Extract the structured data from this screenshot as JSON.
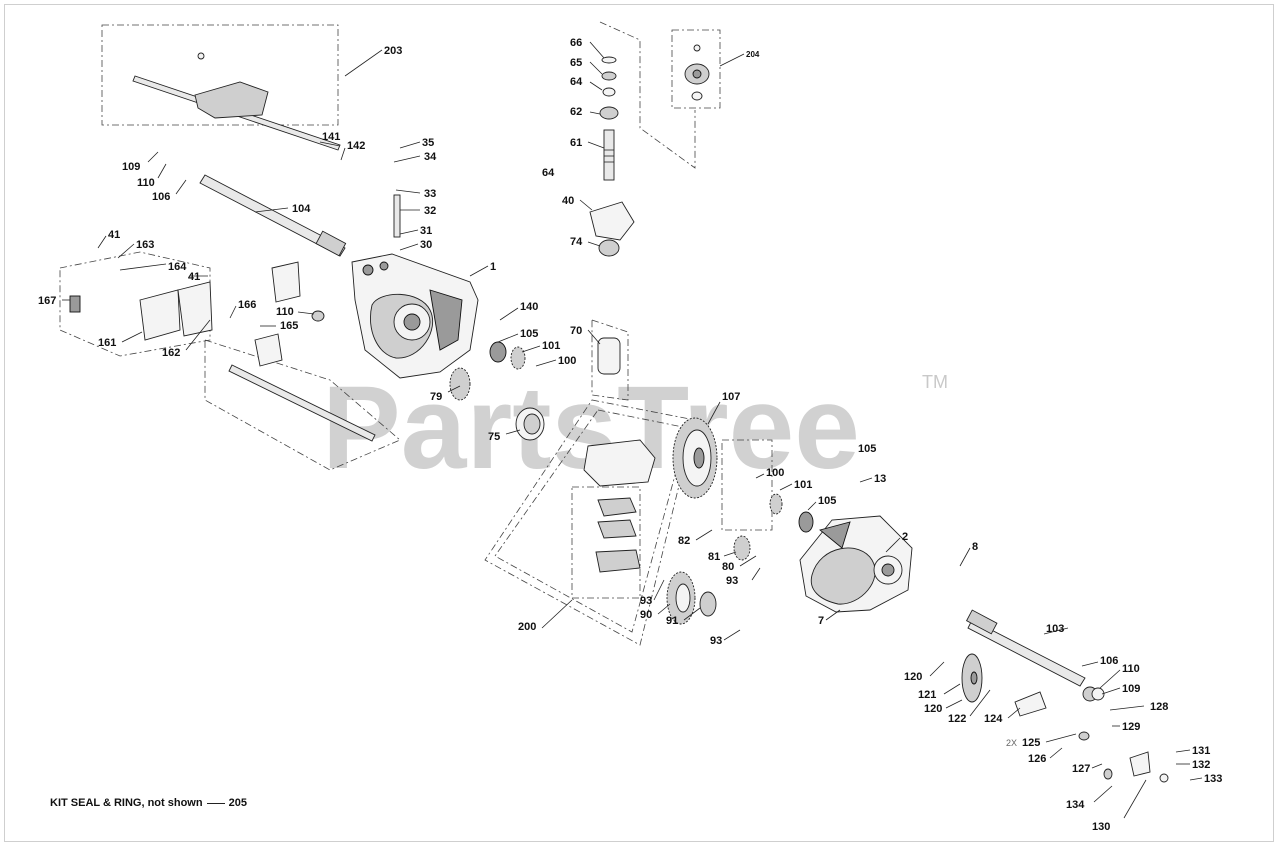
{
  "watermark": {
    "text": "PartsTree",
    "tm": "TM"
  },
  "note": {
    "text": "KIT SEAL & RING, not shown",
    "number": "205"
  },
  "callouts": [
    {
      "id": "203",
      "text": "203"
    },
    {
      "id": "141",
      "text": "141"
    },
    {
      "id": "142",
      "text": "142"
    },
    {
      "id": "109a",
      "text": "109"
    },
    {
      "id": "110a",
      "text": "110"
    },
    {
      "id": "106a",
      "text": "106"
    },
    {
      "id": "104",
      "text": "104"
    },
    {
      "id": "35",
      "text": "35"
    },
    {
      "id": "34",
      "text": "34"
    },
    {
      "id": "33",
      "text": "33"
    },
    {
      "id": "32",
      "text": "32"
    },
    {
      "id": "31",
      "text": "31"
    },
    {
      "id": "30",
      "text": "30"
    },
    {
      "id": "41a",
      "text": "41"
    },
    {
      "id": "163",
      "text": "163"
    },
    {
      "id": "164",
      "text": "164"
    },
    {
      "id": "41b",
      "text": "41"
    },
    {
      "id": "167",
      "text": "167"
    },
    {
      "id": "166",
      "text": "166"
    },
    {
      "id": "110b",
      "text": "110"
    },
    {
      "id": "165",
      "text": "165"
    },
    {
      "id": "161",
      "text": "161"
    },
    {
      "id": "162",
      "text": "162"
    },
    {
      "id": "1",
      "text": "1"
    },
    {
      "id": "140",
      "text": "140"
    },
    {
      "id": "105a",
      "text": "105"
    },
    {
      "id": "101a",
      "text": "101"
    },
    {
      "id": "100a",
      "text": "100"
    },
    {
      "id": "79",
      "text": "79"
    },
    {
      "id": "75",
      "text": "75"
    },
    {
      "id": "66",
      "text": "66"
    },
    {
      "id": "65",
      "text": "65"
    },
    {
      "id": "64a",
      "text": "64"
    },
    {
      "id": "62",
      "text": "62"
    },
    {
      "id": "61",
      "text": "61"
    },
    {
      "id": "64b",
      "text": "64"
    },
    {
      "id": "40",
      "text": "40"
    },
    {
      "id": "74",
      "text": "74"
    },
    {
      "id": "70",
      "text": "70"
    },
    {
      "id": "204",
      "text": "204"
    },
    {
      "id": "107",
      "text": "107"
    },
    {
      "id": "105b",
      "text": "105"
    },
    {
      "id": "13",
      "text": "13"
    },
    {
      "id": "100b",
      "text": "100"
    },
    {
      "id": "101b",
      "text": "101"
    },
    {
      "id": "105c",
      "text": "105"
    },
    {
      "id": "2",
      "text": "2"
    },
    {
      "id": "8",
      "text": "8"
    },
    {
      "id": "82",
      "text": "82"
    },
    {
      "id": "81",
      "text": "81"
    },
    {
      "id": "80",
      "text": "80"
    },
    {
      "id": "93a",
      "text": "93"
    },
    {
      "id": "93b",
      "text": "93"
    },
    {
      "id": "90",
      "text": "90"
    },
    {
      "id": "91",
      "text": "91"
    },
    {
      "id": "93c",
      "text": "93"
    },
    {
      "id": "200",
      "text": "200"
    },
    {
      "id": "7",
      "text": "7"
    },
    {
      "id": "103",
      "text": "103"
    },
    {
      "id": "106b",
      "text": "106"
    },
    {
      "id": "110c",
      "text": "110"
    },
    {
      "id": "109b",
      "text": "109"
    },
    {
      "id": "120a",
      "text": "120"
    },
    {
      "id": "121",
      "text": "121"
    },
    {
      "id": "120b",
      "text": "120"
    },
    {
      "id": "122",
      "text": "122"
    },
    {
      "id": "124",
      "text": "124"
    },
    {
      "id": "128",
      "text": "128"
    },
    {
      "id": "129",
      "text": "129"
    },
    {
      "id": "2x",
      "text": "2X"
    },
    {
      "id": "125",
      "text": "125"
    },
    {
      "id": "126",
      "text": "126"
    },
    {
      "id": "127",
      "text": "127"
    },
    {
      "id": "131",
      "text": "131"
    },
    {
      "id": "132",
      "text": "132"
    },
    {
      "id": "133",
      "text": "133"
    },
    {
      "id": "134",
      "text": "134"
    },
    {
      "id": "130",
      "text": "130"
    }
  ]
}
